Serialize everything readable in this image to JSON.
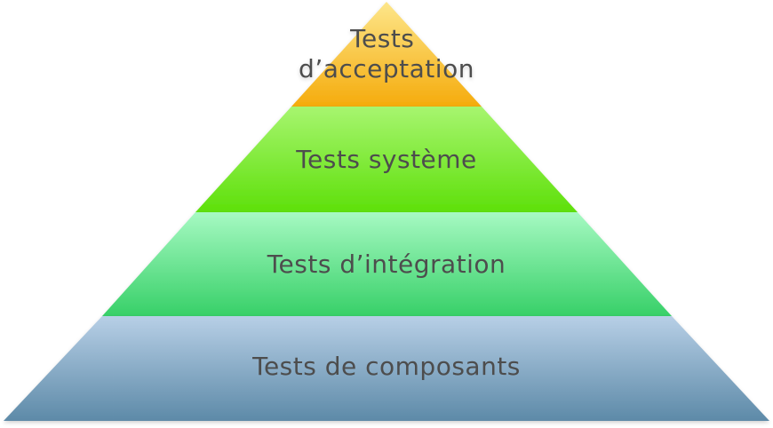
{
  "diagram": {
    "type": "pyramid",
    "levels": [
      {
        "id": "acceptance",
        "label_lines": [
          "Tests",
          "d’acceptation"
        ],
        "color_top": "#fde68a",
        "color_bottom": "#f5ab0c"
      },
      {
        "id": "system",
        "label_lines": [
          "Tests système"
        ],
        "color_top": "#a7f56f",
        "color_bottom": "#5ee00a"
      },
      {
        "id": "integration",
        "label_lines": [
          "Tests d’intégration"
        ],
        "color_top": "#a6f9c2",
        "color_bottom": "#37d068"
      },
      {
        "id": "components",
        "label_lines": [
          "Tests de composants"
        ],
        "color_top": "#b7cfe6",
        "color_bottom": "#5d8aa8"
      }
    ]
  }
}
